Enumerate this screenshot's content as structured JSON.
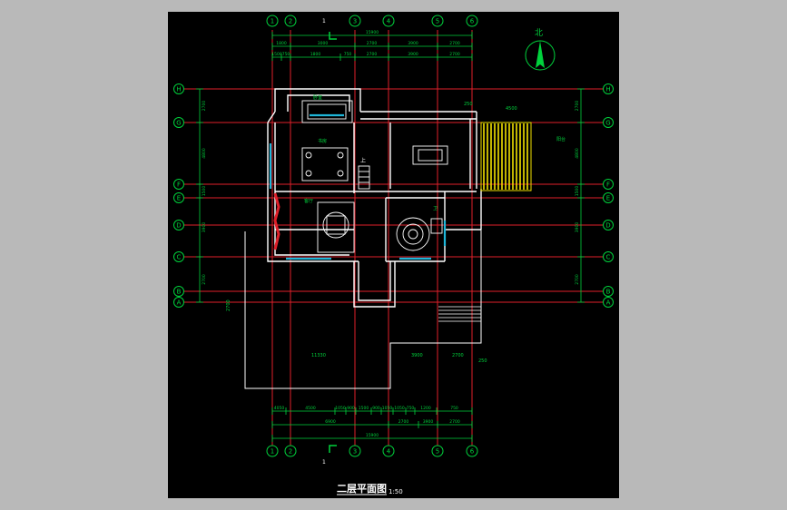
{
  "drawing": {
    "title": "二层平面图",
    "scale": "1:50",
    "north_label": "北"
  },
  "grid": {
    "columns": [
      "1",
      "2",
      "3",
      "4",
      "5",
      "6"
    ],
    "rows": [
      "H",
      "G",
      "F",
      "E",
      "D",
      "C",
      "B",
      "A"
    ]
  },
  "dimensions": {
    "top_total": "15900",
    "top_row1": [
      "1800",
      "3000",
      "2700",
      "3900",
      "2700"
    ],
    "top_row2": [
      "1500",
      "750",
      "1800",
      "750",
      "2700",
      "3900",
      "2700"
    ],
    "bottom_total": "15900",
    "bottom_row1": [
      "4050",
      "4500",
      "1050",
      "900",
      "1500",
      "900",
      "1050",
      "1050",
      "750",
      "1200",
      "750"
    ],
    "bottom_row2": [
      "6900",
      "2700",
      "3900",
      "2700"
    ],
    "right_side": [
      "2700",
      "4800",
      "1500",
      "3900",
      "2700"
    ],
    "misc": [
      "250",
      "4500",
      "11330",
      "3900",
      "2700",
      "2700",
      "250"
    ]
  },
  "labels": {
    "section_mark": "1",
    "stair": "上",
    "room_tags": [
      "卧室",
      "书房",
      "客厅",
      "卫",
      "阳台"
    ]
  },
  "colors": {
    "background": "#000000",
    "frame": "#b9b9b9",
    "axis_red": "#e0202a",
    "dimension_green": "#00d23c",
    "wall_white": "#ffffff",
    "terrace_yellow": "#f2e200",
    "window_cyan": "#1fb6d8",
    "title_white": "#ffffff"
  }
}
